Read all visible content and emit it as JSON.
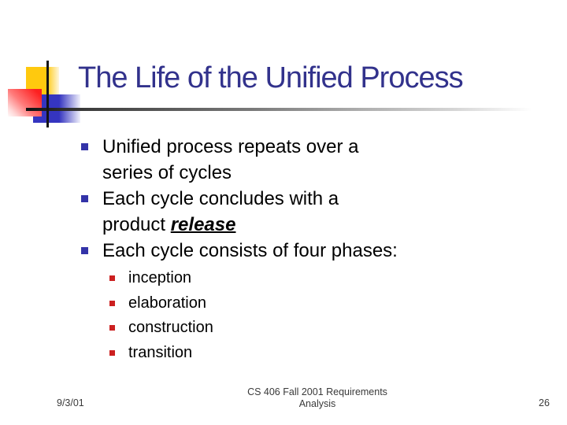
{
  "slide": {
    "title": "The Life of the Unified Process",
    "bullets": {
      "b1": "Unified process repeats over a\nseries of cycles",
      "b2_prefix": "Each cycle concludes with a\nproduct ",
      "b2_emphasis": "release",
      "b3": "Each cycle consists of four phases:"
    },
    "sub_bullets": [
      "inception",
      "elaboration",
      "construction",
      "transition"
    ],
    "footer": {
      "date": "9/3/01",
      "course": "CS 406 Fall 2001 Requirements\nAnalysis",
      "page_number": "26"
    },
    "colors": {
      "title_text": "#32328C",
      "body_text": "#000000",
      "bullet_marker": "#3333A8",
      "sub_bullet_marker": "#CC2020",
      "logo_yellow": "#FFC90E",
      "logo_blue": "#3535C0",
      "logo_red": "#FD2020",
      "footer_text": "#3A3A3A",
      "background": "#FFFFFF"
    }
  }
}
